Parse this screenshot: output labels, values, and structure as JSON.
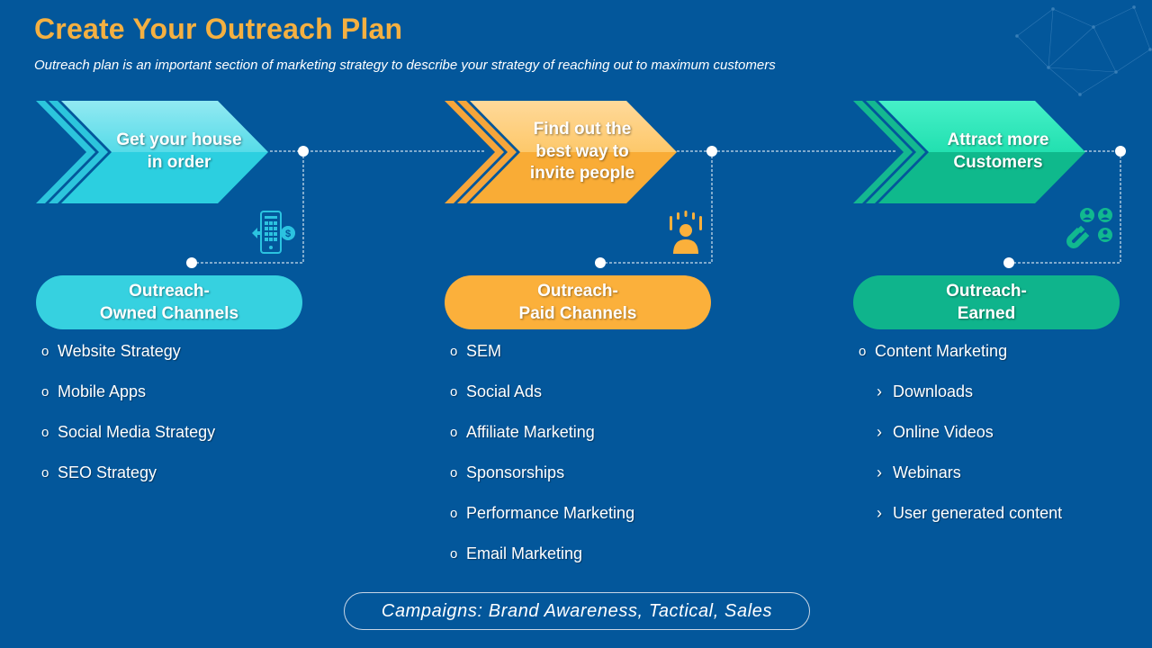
{
  "header": {
    "title": "Create Your Outreach Plan",
    "subtitle": "Outreach plan is an important section of marketing strategy to describe your strategy of reaching out to maximum customers"
  },
  "steps": [
    {
      "label": "Get your house\nin order",
      "icon": "mobile-payment-icon",
      "category": "Outreach-\nOwned Channels",
      "color": "#36d1e0",
      "items": [
        {
          "text": "Website Strategy",
          "level": 1
        },
        {
          "text": "Mobile Apps",
          "level": 1
        },
        {
          "text": "Social Media Strategy",
          "level": 1
        },
        {
          "text": "SEO Strategy",
          "level": 1
        }
      ]
    },
    {
      "label": "Find out the\nbest way to\ninvite people",
      "icon": "person-announcement-icon",
      "category": "Outreach-\nPaid Channels",
      "color": "#fbb03b",
      "items": [
        {
          "text": "SEM",
          "level": 1
        },
        {
          "text": "Social Ads",
          "level": 1
        },
        {
          "text": "Affiliate Marketing",
          "level": 1
        },
        {
          "text": "Sponsorships",
          "level": 1
        },
        {
          "text": "Performance Marketing",
          "level": 1
        },
        {
          "text": "Email Marketing",
          "level": 1
        }
      ]
    },
    {
      "label": "Attract more\nCustomers",
      "icon": "magnet-people-icon",
      "category": "Outreach-\nEarned",
      "color": "#0fb48c",
      "items": [
        {
          "text": "Content Marketing",
          "level": 1
        },
        {
          "text": "Downloads",
          "level": 2
        },
        {
          "text": "Online Videos",
          "level": 2
        },
        {
          "text": "Webinars",
          "level": 2
        },
        {
          "text": "User generated content",
          "level": 2
        }
      ]
    }
  ],
  "bullets": {
    "level1": "o",
    "level2": "›"
  },
  "footer": {
    "campaigns": "Campaigns:  Brand Awareness, Tactical, Sales"
  }
}
